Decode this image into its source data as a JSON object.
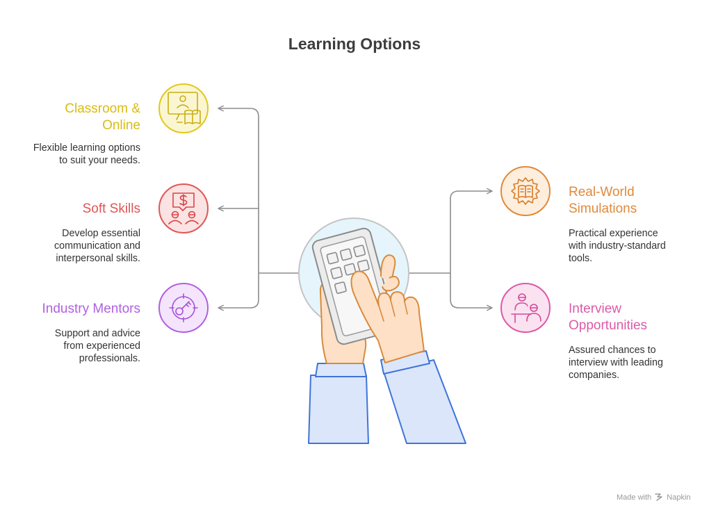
{
  "title": "Learning Options",
  "colors": {
    "classroom": "#e3c71c",
    "soft_skills": "#e05555",
    "mentors": "#b060e0",
    "simulations": "#e08a3a",
    "interview": "#dc5aa8",
    "connector": "#8c8c8c",
    "hand_fill": "#fde0c6",
    "hand_stroke": "#d98a3b",
    "sleeve_fill": "#dbe6fb",
    "sleeve_stroke": "#3e74d8"
  },
  "items": {
    "classroom": {
      "heading": [
        "Classroom &",
        "Online"
      ],
      "description": [
        "Flexible learning options",
        "to suit your needs."
      ],
      "icon": "presentation-book-icon"
    },
    "soft_skills": {
      "heading": [
        "Soft Skills"
      ],
      "description": [
        "Develop essential",
        "communication and",
        "interpersonal skills."
      ],
      "icon": "speech-dollar-people-icon"
    },
    "mentors": {
      "heading": [
        "Industry Mentors"
      ],
      "description": [
        "Support and advice",
        "from experienced",
        "professionals."
      ],
      "icon": "target-key-icon"
    },
    "simulations": {
      "heading": [
        "Real-World",
        "Simulations"
      ],
      "description": [
        "Practical experience",
        "with industry-standard",
        "tools."
      ],
      "icon": "gear-book-icon"
    },
    "interview": {
      "heading": [
        "Interview",
        "Opportunities"
      ],
      "description": [
        "Assured chances to",
        "interview with leading",
        "companies."
      ],
      "icon": "interview-people-icon"
    }
  },
  "center_icon": "hand-tapping-phone-icon",
  "watermark": {
    "prefix": "Made with",
    "brand": "Napkin"
  }
}
